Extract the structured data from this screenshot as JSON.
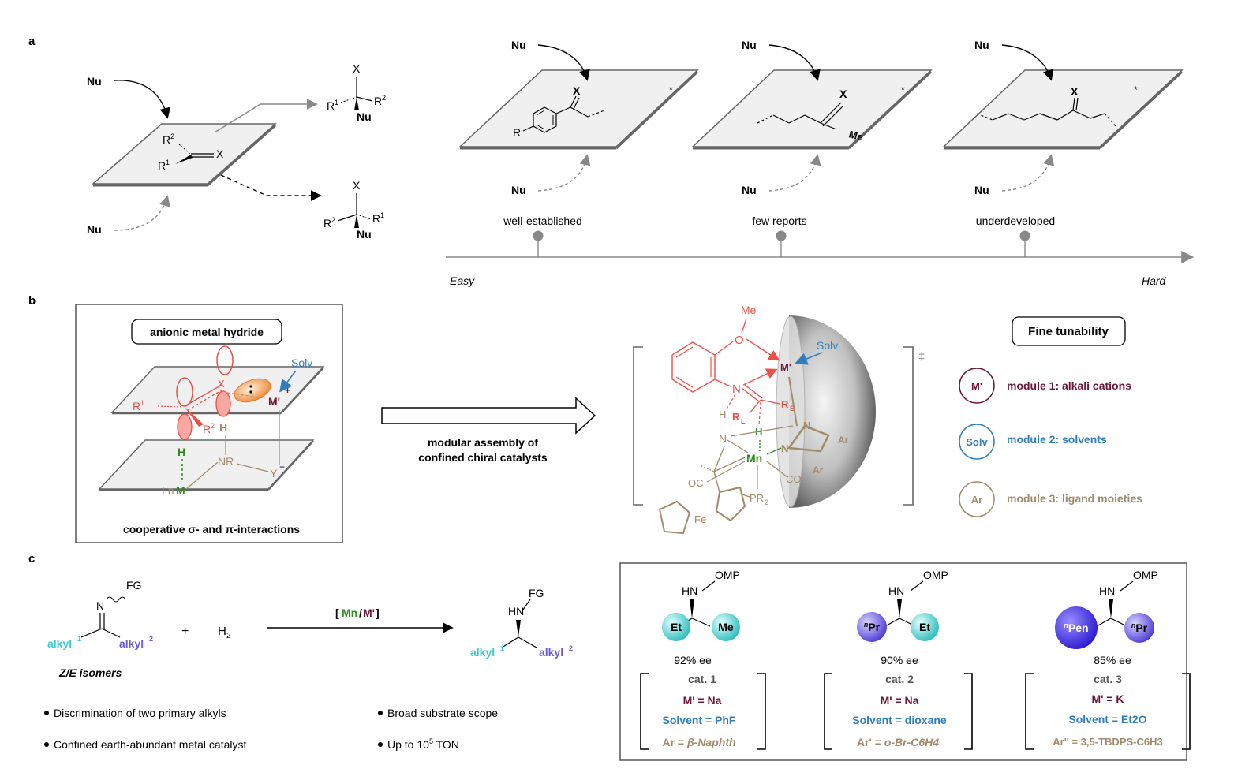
{
  "colors": {
    "red": "#e8524a",
    "maroon": "#6b1535",
    "blue": "#2f7dbd",
    "tan": "#a08a6a",
    "green": "#2e8b1e",
    "cyan": "#3fc9c9",
    "purple": "#6a5bd0",
    "gray": "#888888"
  },
  "panel_a": {
    "label": "a",
    "nu": "Nu",
    "x": "X",
    "r1": "R",
    "r2": "R",
    "sup1": "1",
    "sup2": "2",
    "star": "*",
    "r_sub": "R",
    "me": "Me",
    "categories": [
      "well-established",
      "few reports",
      "underdeveloped"
    ],
    "axis_start": "Easy",
    "axis_end": "Hard"
  },
  "panel_b": {
    "label": "b",
    "box_title": "anionic metal hydride",
    "box_caption": "cooperative σ- and π-interactions",
    "solv": "Solv",
    "mprime": "M'",
    "plus": "+",
    "minus": "−",
    "h": "H",
    "nr": "NR",
    "y": "Y",
    "lnm_ln": "Ln",
    "lnm_m": "M",
    "x": "X",
    "r1": "R",
    "r2": "R",
    "sup1": "1",
    "sup2": "2",
    "arrow_line1": "modular assembly of",
    "arrow_line2": "confined chiral catalysts",
    "me": "Me",
    "o": "O",
    "n": "N",
    "rl": "R",
    "rl_sub": "L",
    "rs": "R",
    "rs_sub": "S",
    "mn": "Mn",
    "oc": "OC",
    "co": "CO",
    "pr2": "PR",
    "pr2_sub": "2",
    "fe": "Fe",
    "ar": "Ar",
    "dagger": "‡",
    "tunability_title": "Fine tunability",
    "modules": [
      {
        "badge": "M'",
        "text": "module 1: alkali cations"
      },
      {
        "badge": "Solv",
        "text": "module 2: solvents"
      },
      {
        "badge": "Ar",
        "text": "module 3: ligand moieties"
      }
    ]
  },
  "panel_c": {
    "label": "c",
    "fg": "FG",
    "n": "N",
    "alkyl1": "alkyl",
    "alkyl2": "alkyl",
    "sup1": "1",
    "sup2": "2",
    "plus": "+",
    "h2": "H",
    "h2_sub": "2",
    "reagent_open": "[",
    "reagent_mn": "Mn",
    "reagent_slash": "/",
    "reagent_m": "M'",
    "reagent_close": "]",
    "hn": "HN",
    "isomers": "Z/E isomers",
    "bullets": [
      "Discrimination of two primary alkyls",
      "Broad substrate scope",
      "Confined earth-abundant metal catalyst",
      "Up to 10",
      "5",
      " TON"
    ],
    "omp": "OMP",
    "examples": [
      {
        "left": "Et",
        "right": "Me",
        "ee": "92% ee",
        "cat": "cat. 1",
        "m_label": "M' = ",
        "m_val": "Na",
        "solv": "Solvent = PhF",
        "ar": "Ar = ",
        "ar_val": "β-Naphth"
      },
      {
        "left": "Pr",
        "right": "Et",
        "ee": "90% ee",
        "cat": "cat. 2",
        "m_label": "M' = ",
        "m_val": "Na",
        "solv": "Solvent = dioxane",
        "ar": "Ar' = ",
        "ar_val": "o-Br-C6H4"
      },
      {
        "left": "Pen",
        "right": "Pr",
        "ee": "85% ee",
        "cat": "cat. 3",
        "m_label": "M' = ",
        "m_val": "K",
        "solv": "Solvent = Et2O",
        "ar": "Ar'' = ",
        "ar_val": "3,5-TBDPS-C6H3"
      }
    ],
    "n_sup": "n"
  }
}
